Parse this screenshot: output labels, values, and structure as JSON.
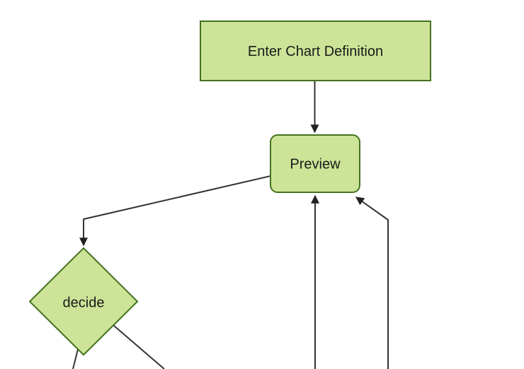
{
  "diagram": {
    "kind": "flowchart",
    "background_color": "#ffffff",
    "node_fill_color": "#cde498",
    "node_border_color": "#44721f",
    "edge_color": "#333333",
    "arrowhead_color": "#222222",
    "text_color": "#1a1a1a",
    "nodes": [
      {
        "id": "enter-chart-definition",
        "shape": "rectangle",
        "label": "Enter Chart Definition"
      },
      {
        "id": "preview",
        "shape": "rounded-rectangle",
        "label": "Preview"
      },
      {
        "id": "decide",
        "shape": "diamond",
        "label": "decide"
      }
    ],
    "edges": [
      {
        "from": "enter-chart-definition",
        "to": "preview",
        "arrowhead": true
      },
      {
        "from": "preview",
        "to": "decide",
        "arrowhead": true
      },
      {
        "from": "decide",
        "to": "offscreen-bottom-left",
        "arrowhead": false
      },
      {
        "from": "decide",
        "to": "offscreen-bottom-right",
        "arrowhead": false
      },
      {
        "from": "offscreen-bottom-center",
        "to": "preview",
        "arrowhead": true
      },
      {
        "from": "offscreen-bottom-right",
        "to": "preview",
        "arrowhead": true
      }
    ]
  }
}
